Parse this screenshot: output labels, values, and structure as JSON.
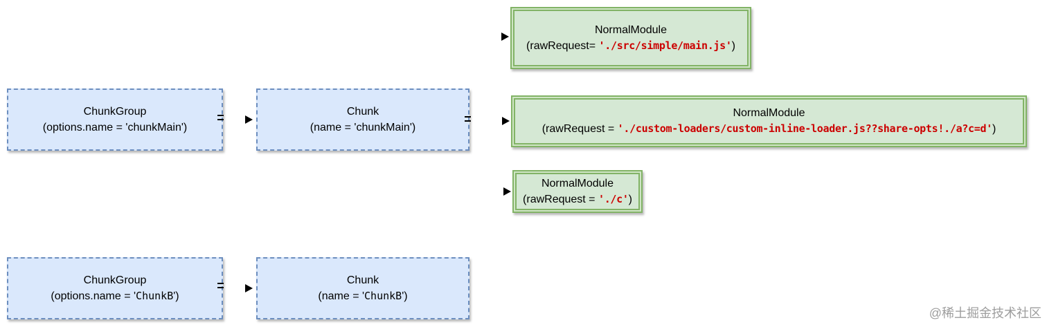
{
  "diagram": {
    "watermark": "@稀土掘金技术社区",
    "colors": {
      "blue_fill": "#dae8fc",
      "blue_border": "#6c8ebf",
      "green_fill": "#d5e8d4",
      "green_border": "#82b366",
      "code_red": "#cc0000",
      "text": "#000000"
    },
    "nodes": {
      "chunkgroup_main": {
        "title": "ChunkGroup",
        "sub_prefix": "(options.name = 'chunkMain')",
        "sub_code": "",
        "sub_suffix": ""
      },
      "chunk_main": {
        "title": "Chunk",
        "sub_prefix": "(name = 'chunkMain')",
        "sub_code": "",
        "sub_suffix": ""
      },
      "nm_main": {
        "title": "NormalModule",
        "sub_prefix": "(rawRequest= ",
        "sub_code": "'./src/simple/main.js'",
        "sub_suffix": ")"
      },
      "nm_loader": {
        "title": "NormalModule",
        "sub_prefix": "(rawRequest = ",
        "sub_code": "'./custom-loaders/custom-inline-loader.js??share-opts!./a?c=d'",
        "sub_suffix": ")"
      },
      "nm_c": {
        "title": "NormalModule",
        "sub_prefix": "(rawRequest = ",
        "sub_code": "'./c'",
        "sub_suffix": ")"
      },
      "chunkgroup_b": {
        "title": "ChunkGroup",
        "sub_prefix": "(options.name = '",
        "sub_code": "ChunkB",
        "sub_suffix": "')"
      },
      "chunk_b": {
        "title": "Chunk",
        "sub_prefix": "(name = '",
        "sub_code": "ChunkB",
        "sub_suffix": "')"
      }
    }
  }
}
